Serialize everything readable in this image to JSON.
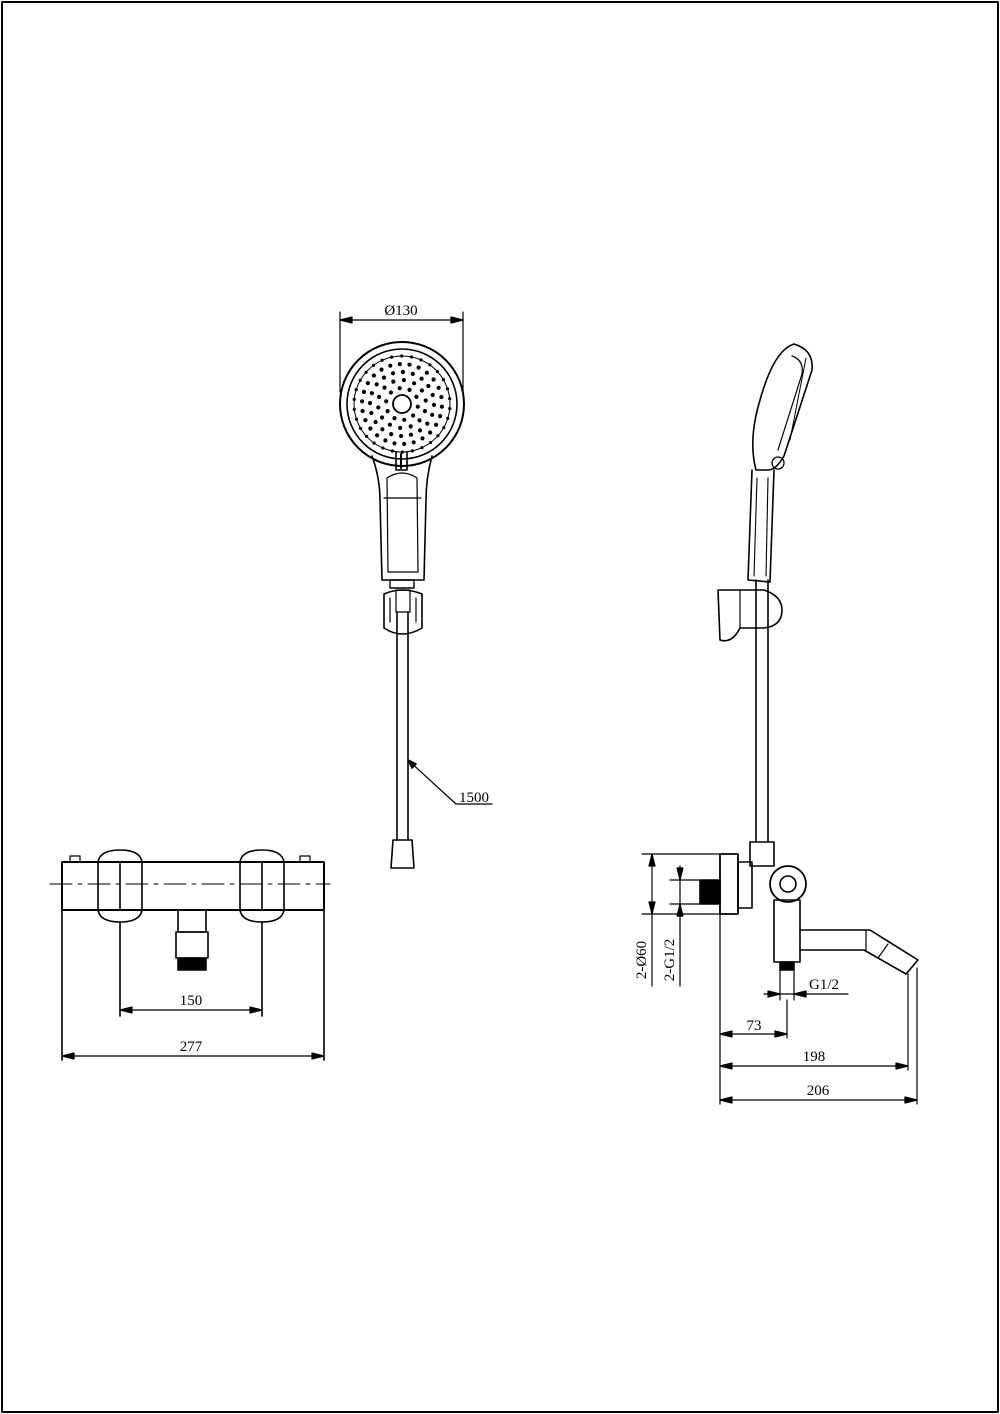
{
  "drawing": {
    "line_color": "#000000",
    "background": "#ffffff"
  },
  "dimensions": {
    "head_diameter": "Ø130",
    "hose_length": "1500",
    "inlet_spacing": "150",
    "body_width": "277",
    "flange_diameter": "2-Ø60",
    "inlet_thread": "2-G1/2",
    "outlet_thread": "G1/2",
    "wall_to_outlet": "73",
    "spout_reach": "198",
    "overall_depth": "206"
  }
}
